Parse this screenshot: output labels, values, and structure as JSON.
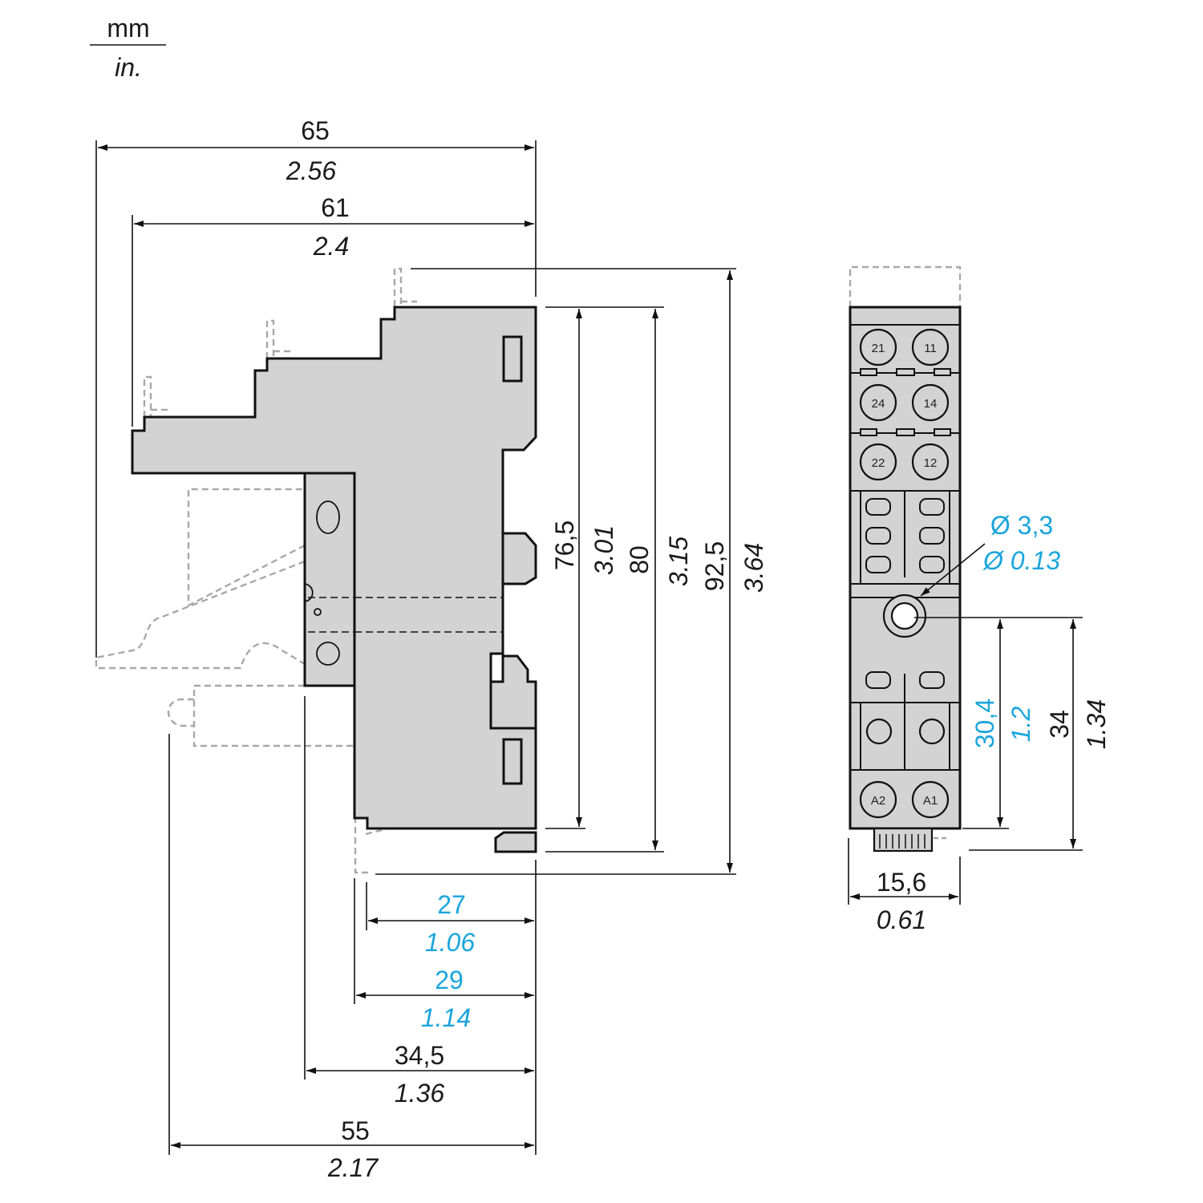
{
  "units": {
    "primary": "mm",
    "secondary": "in."
  },
  "side_view": {
    "overall_width": {
      "mm": "65",
      "in": "2.56"
    },
    "body_width": {
      "mm": "61",
      "in": "2.4"
    },
    "height_body": {
      "mm": "76,5",
      "in": "3.01"
    },
    "height_with_clip": {
      "mm": "80",
      "in": "3.15"
    },
    "height_overall": {
      "mm": "92,5",
      "in": "3.64"
    },
    "depth_27": {
      "mm": "27",
      "in": "1.06"
    },
    "depth_29": {
      "mm": "29",
      "in": "1.14"
    },
    "depth_34_5": {
      "mm": "34,5",
      "in": "1.36"
    },
    "depth_55": {
      "mm": "55",
      "in": "2.17"
    }
  },
  "front_view": {
    "hole_diameter": {
      "mm": "Ø 3,3",
      "in": "Ø 0.13"
    },
    "hole_to_base": {
      "mm": "30,4",
      "in": "1.2"
    },
    "hole_to_bottom": {
      "mm": "34",
      "in": "1.34"
    },
    "width": {
      "mm": "15,6",
      "in": "0.61"
    },
    "terminals": [
      "21",
      "11",
      "24",
      "14",
      "22",
      "12",
      "A2",
      "A1"
    ]
  },
  "colors": {
    "dimension_black": "#1a1a1a",
    "dimension_cyan": "#1ba5dc",
    "body_fill": "#d3d3d3",
    "phantom": "#a8a8a8"
  }
}
